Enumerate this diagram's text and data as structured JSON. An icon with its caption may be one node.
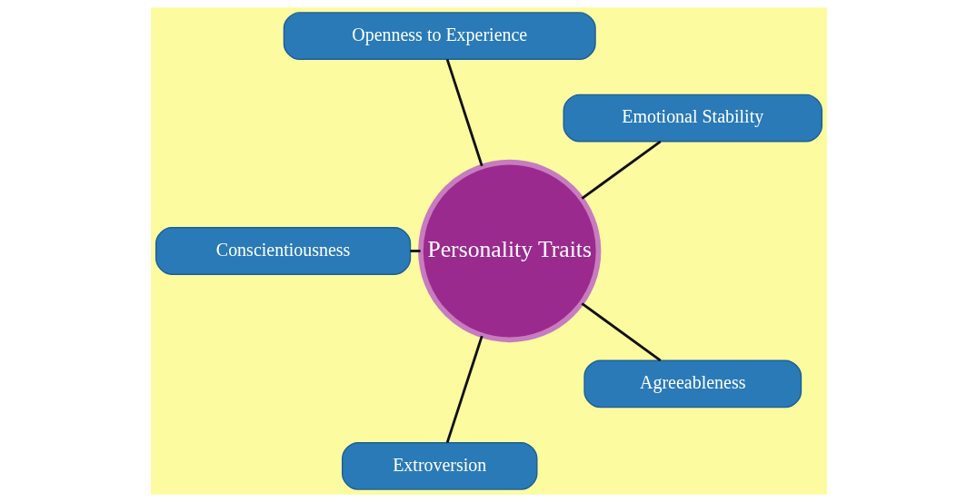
{
  "diagram": {
    "nodes": [
      {
        "text": [
          "Personality Traits"
        ]
      },
      {
        "text": [
          "Emotional Stability"
        ]
      },
      {
        "text": [
          "Openness to Experience"
        ]
      },
      {
        "text": [
          "Conscientiousness"
        ]
      },
      {
        "text": [
          "Extroversion"
        ]
      },
      {
        "text": [
          "Agreeableness"
        ]
      }
    ],
    "edges": [
      {
        "from": 0,
        "to": 1,
        "arrow": "none"
      },
      {
        "from": 0,
        "to": 2,
        "arrow": "none"
      },
      {
        "from": 0,
        "to": 3,
        "arrow": "none"
      },
      {
        "from": 0,
        "to": 4,
        "arrow": "none"
      },
      {
        "from": 0,
        "to": 5,
        "arrow": "none"
      }
    ]
  }
}
